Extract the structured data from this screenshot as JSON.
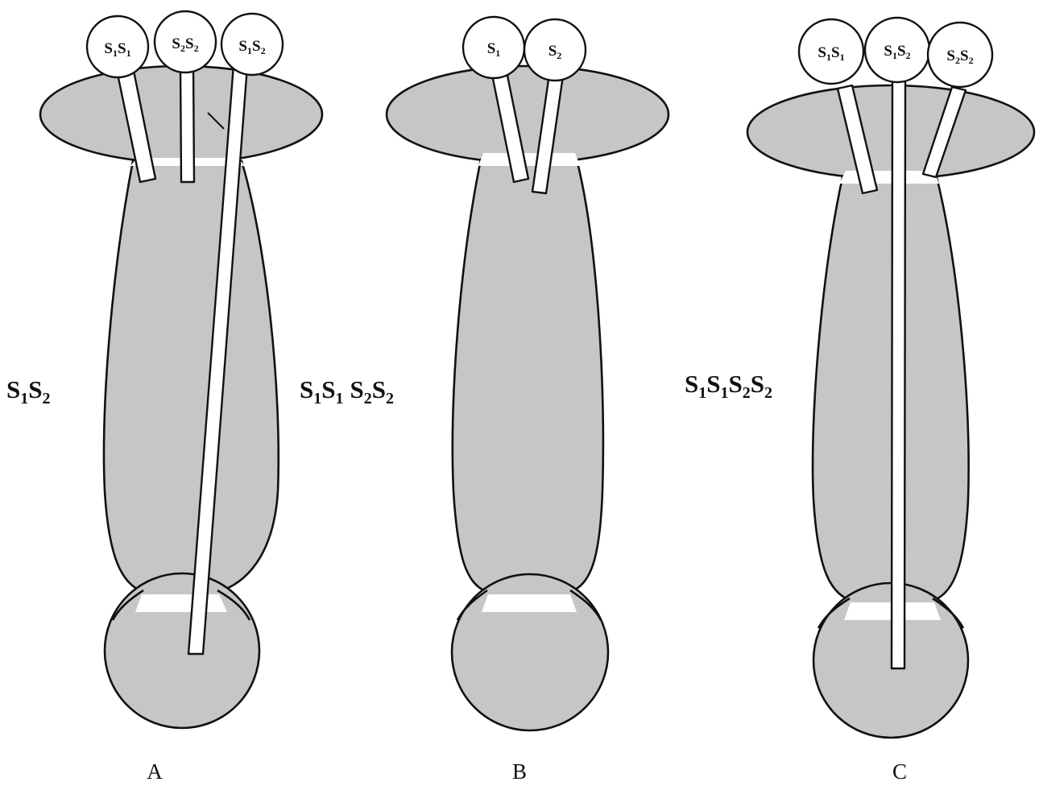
{
  "panels": [
    {
      "label": "A",
      "grains": [
        {
          "base": "S",
          "sub1": "1",
          "mid": "S",
          "sub2": "1"
        },
        {
          "base": "S",
          "sub1": "2",
          "mid": "S",
          "sub2": "2"
        },
        {
          "base": "S",
          "sub1": "1",
          "mid": "S",
          "sub2": "2"
        }
      ],
      "pollen_genotype_label": {
        "base": "S",
        "sub1": "1",
        "mid": "S",
        "sub2": "2"
      },
      "style_genotype_label": {
        "a": "S",
        "a_sub": "1",
        "b": "S",
        "b_sub": "1",
        "c": "S",
        "c_sub": "2",
        "d": "S",
        "d_sub": "2"
      }
    },
    {
      "label": "B",
      "grains": [
        {
          "base": "S",
          "sub1": "1"
        },
        {
          "base": "S",
          "sub1": "2"
        }
      ]
    },
    {
      "label": "C",
      "grains": [
        {
          "base": "S",
          "sub1": "1",
          "mid": "S",
          "sub2": "1"
        },
        {
          "base": "S",
          "sub1": "1",
          "mid": "S",
          "sub2": "2"
        },
        {
          "base": "S",
          "sub1": "2",
          "mid": "S",
          "sub2": "2"
        }
      ],
      "style_genotype_label": {
        "a": "S",
        "a_sub": "1",
        "b": "S",
        "b_sub": "1",
        "c": "S",
        "c_sub": "2",
        "d": "S",
        "d_sub": "2"
      }
    }
  ],
  "colors": {
    "tissue": "#c6c6c6",
    "outline": "#111111",
    "grain": "#ffffff"
  }
}
